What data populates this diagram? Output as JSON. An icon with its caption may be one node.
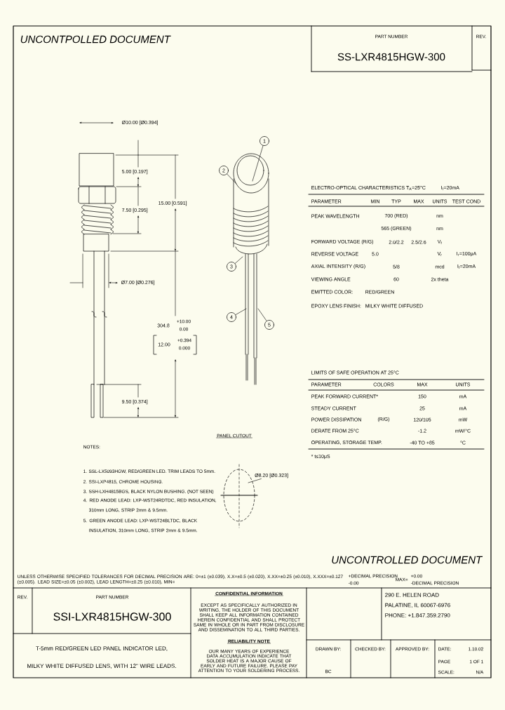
{
  "diagram": {
    "nodes": [
      {
        "text": [
          "1"
        ]
      },
      {
        "text": [
          "2"
        ]
      },
      {
        "text": [
          "3"
        ]
      },
      {
        "text": [
          "4"
        ]
      },
      {
        "text": [
          "5"
        ]
      },
      {
        "text": [
          "Ø8.20 [Ø0.323]"
        ]
      }
    ],
    "edges": [
      {
        "from": 0,
        "to": null,
        "arrow": "none"
      },
      {
        "from": 1,
        "to": null,
        "arrow": "none"
      },
      {
        "from": 2,
        "to": null,
        "arrow": "none"
      },
      {
        "from": 3,
        "to": null,
        "arrow": "none"
      },
      {
        "from": 4,
        "to": null,
        "arrow": "none"
      },
      {
        "from": 5,
        "to": null,
        "arrow": "none"
      }
    ],
    "labels": [
      "UNCONTPOLLED DOCUMENT",
      "PART NUMBER",
      "SS-LXR4815HGW-300",
      "REV.",
      "Ø10.00 [Ø0.394]",
      "5.00 [0.197]",
      "7.50 [0.295]",
      "15.00 [0.591]",
      "Ø7.00 [Ø0.276]",
      "304.8",
      "+10.00",
      "0.00",
      "12.00",
      "+0.394",
      "0.000",
      "9.50 [0.374]",
      "ELECTRO-OPTICAL CHARACTERISTICS T$_{A}$=25°C",
      "I$_{f}$=20mA",
      "PARAMETER",
      "MIN",
      "TYP",
      "MAX",
      "UNITS",
      "TEST COND",
      "PEAK WAVELENGTH",
      "700 (RED)",
      "nm",
      "565 (GREEN)",
      "nm",
      "FORWARD VOLTAGE (R/G)",
      "2.0/2.2",
      "2.5/2.6",
      "V$_{f}$",
      "REVERSE VOLTAGE",
      "5.0",
      "V$_{r}$",
      "I$_{r}$=100μA",
      "AXIAL INTENSITY (R/G)",
      "5/8",
      "mcd",
      "I$_{f}$=20mA",
      "VIEWING ANGLE",
      "60",
      "2x theta",
      "EMITTED COLOR:",
      "RED/GREEN",
      "EPOXY LENS FINISH:",
      "MILKY WHITE DIFFUSED",
      "LIMITS OF SAFE OPERATION AT 25°C",
      "PARAMETER",
      "COLORS",
      "MAX",
      "UNITS",
      "PEAK FORWARD CURRENT*",
      "150",
      "mA",
      "STEADY CURRENT",
      "25",
      "mA",
      "POWER DISSIPATION",
      "(R/G)",
      "120/105",
      "mW",
      "DERATE FROM 25°C",
      "-1.2",
      "mW/°C",
      "OPERATING, STORAGE TEMP.",
      "-40 TO +85",
      "°C",
      "* t≤10μS",
      "PANEL CUTOUT",
      "NOTES:",
      "1. SSL-LX5093HGW, RED/GREEN LED. TRIM LEADS TO 5mm.",
      "2. SSI-LXP4815, CHROME HOUSING.",
      "3. SSH-LXH4815BGS, BLACK NYLON BUSHING. (NOT SEEN)",
      "4. RED ANODE LEAD: LXP-WST24RDTDC, RED INSULATION, 310mm LONG, STRIP 2mm & 9.5mm.",
      "5. GREEN ANODE LEAD: LXP-WST24BLTDC, BLACK INSULATION, 310mm LONG, STRIP 2mm & 9.5mm.",
      "UNCONTROLLED DOCUMENT",
      "UNLESS OTHERWISE SPECIFIED TOLERANCES FOR DECIMAL PRECISION ARE: 0=±1 (±0.039), X.X=±0.5 (±0.020), X.XX=±0.25 (±0.010), X.XXX=±0.127 (±0.005). LEAD SIZE=±0.05 (±0.002), LEAD LENGTH=±0.25 (±0.010), MIN=",
      "+DECIMAL PRECISION",
      "-0.00",
      "MAX=",
      "+0.00",
      "-DECIMAL PRECISION",
      "REV.",
      "PART NUMBER",
      "SSI-LXR4815HGW-300",
      "T-5mm RED/GREEN LED PANEL INDICATOR LED, MILKY WHITE DIFFUSED LENS, WITH 12\" WIRE LEADS.",
      "CONFIDENTIAL INFORMATION",
      "EXCEPT AS SPECIFICALLY AUTHORIZED IN WRITING, THE HOLDER OF THIS DOCUMENT SHALL KEEP ALL INFORMATION CONTAINED HEREIN CONFIDENTIAL AND SHALL PROTECT SAME IN WHOLE OR IN PART FROM DISCLOSURE AND DISSEMINATION TO ALL THIRD PARTIES.",
      "RELIABILITY NOTE",
      "OUR MANY YEARS OF EXPERIENCE DATA ACCUMULATION INDICATE THAT SOLDER HEAT IS A MAJOR CAUSE OF EARLY AND FUTURE FAILURE. PLEASE PAY ATTENTION TO YOUR SOLDERING PROCESS.",
      "290 E. HELEN ROAD",
      "PALATINE, IL 60067-6976",
      "PHONE: +1.847.359.2790",
      "DRAWN BY:",
      "CHECKED BY:",
      "APPROVED BY:",
      "DATE:",
      "1.10.02",
      "PAGE",
      "1 OF 1",
      "BC",
      "SCALE:",
      "N/A"
    ]
  }
}
